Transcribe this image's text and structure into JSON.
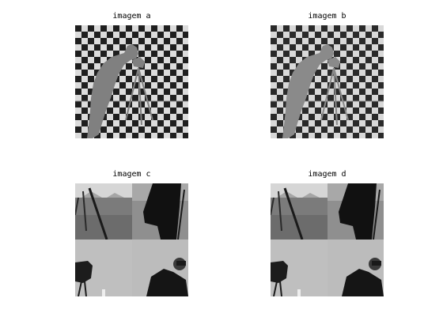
{
  "figure": {
    "panels": [
      {
        "title": "imagem a",
        "kind": "checker-cameraman",
        "checker_dark": "#1f1f1f",
        "checker_light": "#dcdcdc",
        "subject_gray": "#808080"
      },
      {
        "title": "imagem b",
        "kind": "checker-cameraman",
        "checker_dark": "#2a2a2a",
        "checker_light": "#d8d8d8",
        "subject_gray": "#8a8a8a"
      },
      {
        "title": "imagem c",
        "kind": "swapped-quadrants"
      },
      {
        "title": "imagem d",
        "kind": "swapped-quadrants"
      }
    ]
  }
}
